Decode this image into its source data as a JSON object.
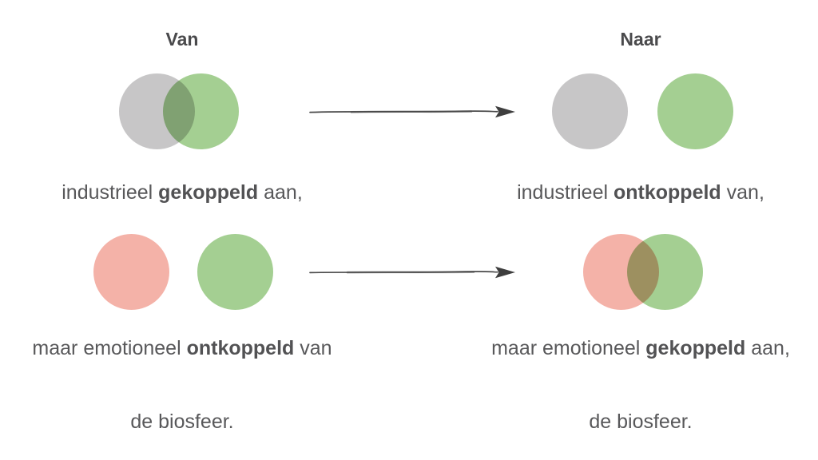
{
  "diagram": {
    "title_left": "Van",
    "title_right": "Naar",
    "colors": {
      "gray_circle": "#c7c6c7",
      "green_circle": "#a4cf92",
      "red_circle": "#f4b2a8",
      "caption_text": "#58585a",
      "heading_text": "#4a4a4c",
      "arrow": "#4a4a4a"
    },
    "icons": {
      "arrow_right": "hand-drawn-right-arrow"
    },
    "van": {
      "venn_top": {
        "left_circle": "gray",
        "right_circle": "green",
        "state": "overlapping"
      },
      "caption_top": {
        "pre": "industrieel ",
        "bold": "gekoppeld",
        "post": " aan,"
      },
      "venn_bottom": {
        "left_circle": "red",
        "right_circle": "green",
        "state": "separated"
      },
      "caption_bottom": {
        "pre": "maar emotioneel ",
        "bold": "ontkoppeld",
        "post": " van"
      },
      "footer": "de biosfeer."
    },
    "naar": {
      "venn_top": {
        "left_circle": "gray",
        "right_circle": "green",
        "state": "separated"
      },
      "caption_top": {
        "pre": "industrieel ",
        "bold": "ontkoppeld",
        "post": " van,"
      },
      "venn_bottom": {
        "left_circle": "red",
        "right_circle": "green",
        "state": "overlapping"
      },
      "caption_bottom": {
        "pre": "maar emotioneel ",
        "bold": "gekoppeld",
        "post": " aan,"
      },
      "footer": "de biosfeer."
    }
  }
}
